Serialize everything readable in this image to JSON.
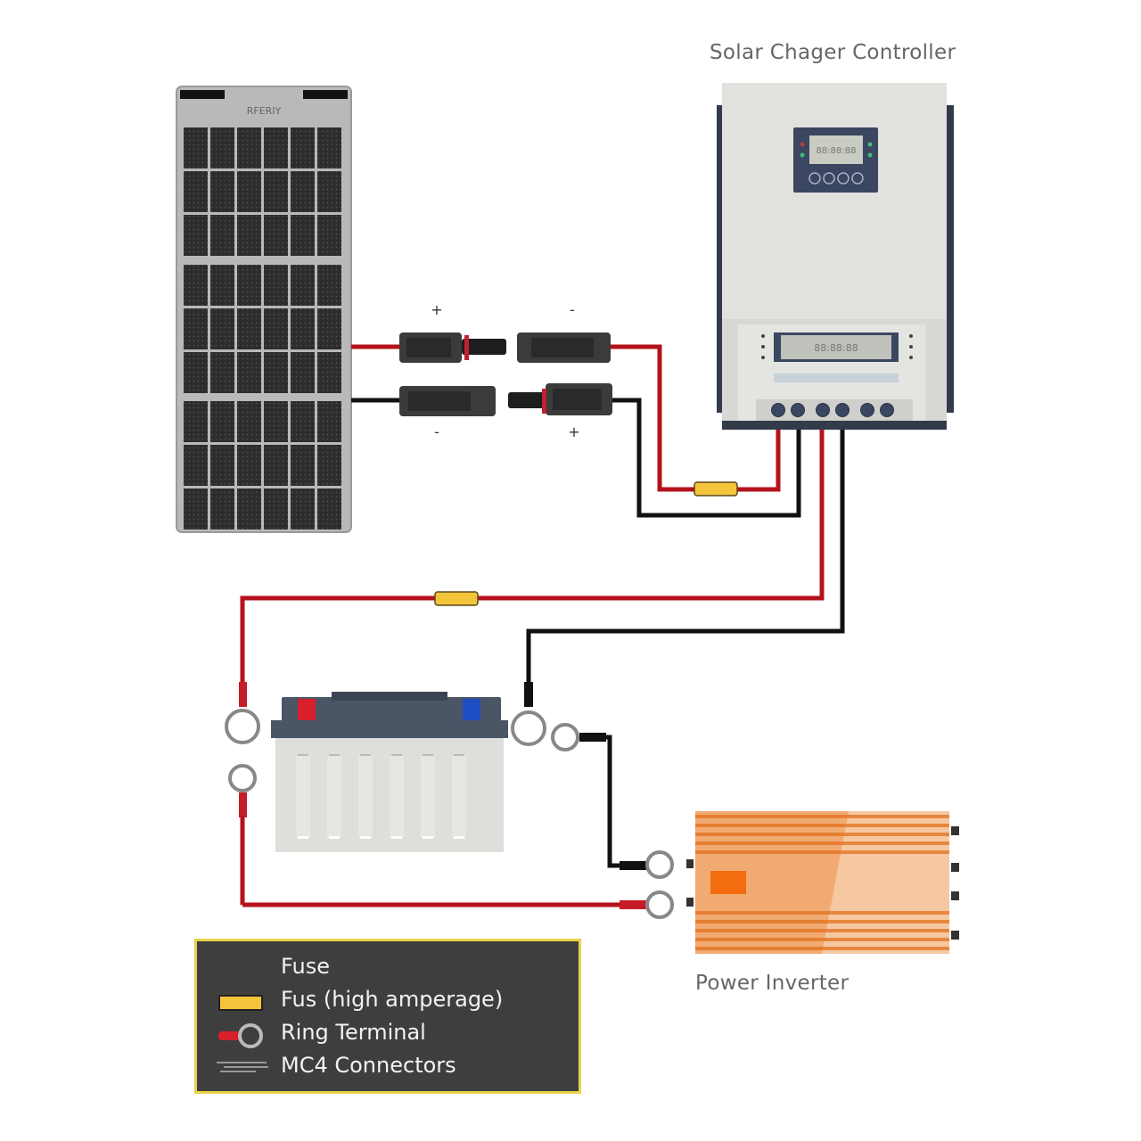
{
  "labels": {
    "controller": "Solar Chager Controller",
    "inverter": "Power Inverter",
    "panel_brand": "RFERIY",
    "controller_display_top": "88:88:88",
    "controller_display_bottom": "88:88:88"
  },
  "mc4_polarity": {
    "top_left": "+",
    "top_right": "-",
    "bottom_left": "-",
    "bottom_right": "+"
  },
  "legend": {
    "items": [
      {
        "icon": "none",
        "label": "Fuse"
      },
      {
        "icon": "fuse-high-amperage-icon",
        "label": "Fus (high amperage)"
      },
      {
        "icon": "ring-terminal-icon",
        "label": "Ring Terminal"
      },
      {
        "icon": "mc4-connector-icon",
        "label": "MC4 Connectors"
      }
    ]
  },
  "colors": {
    "positive_wire": "#b5121b",
    "negative_wire": "#111111",
    "fuse": "#f4c53a",
    "inverter": "#f2a66a",
    "legend_bg": "#3e3e3e",
    "legend_border": "#e8d24a",
    "battery_pos": "#d8202c",
    "battery_neg": "#1e4fc2"
  }
}
